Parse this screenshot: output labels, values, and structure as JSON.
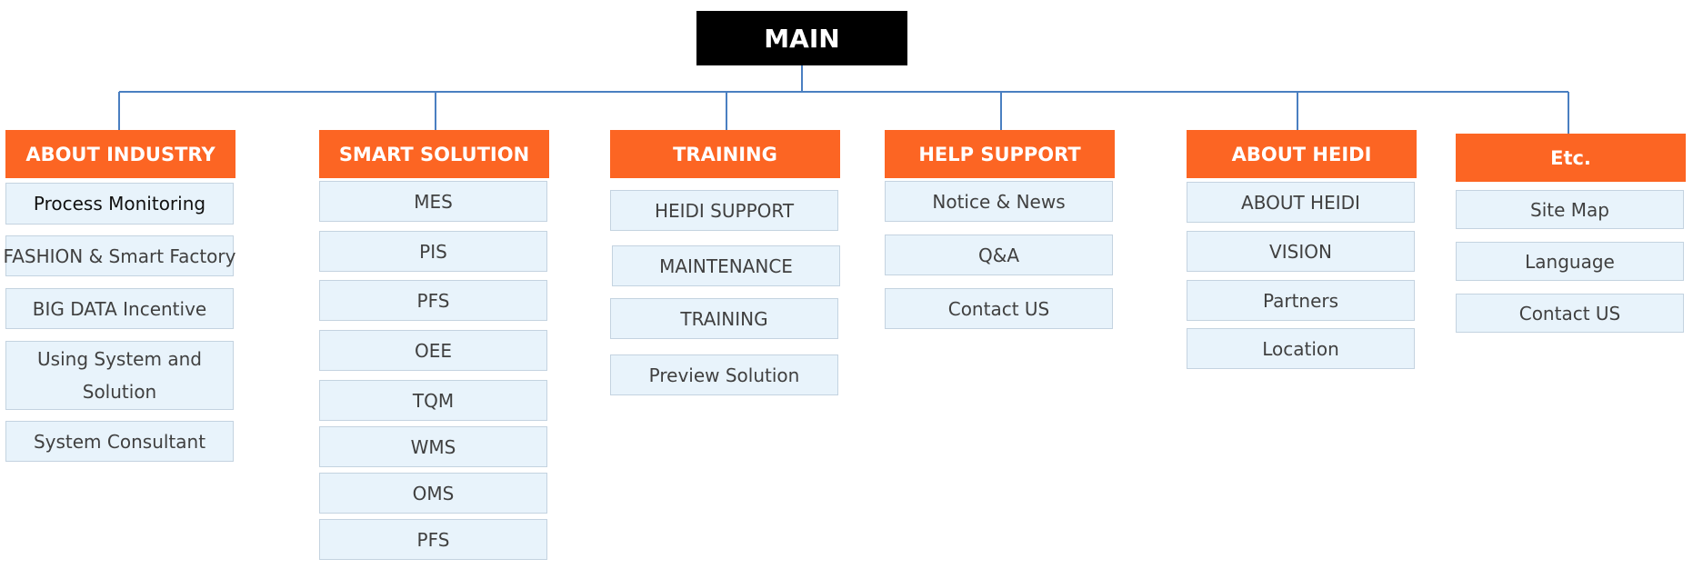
{
  "main": {
    "label": "MAIN"
  },
  "colors": {
    "head": "#fc6523",
    "item_bg": "#e8f3fb",
    "item_border": "#c4d3e0",
    "line": "#4a7fc1",
    "main_bg": "#000000"
  },
  "columns": [
    {
      "header": "ABOUT INDUSTRY",
      "items": [
        "Process Monitoring",
        "FASHION & Smart Factory",
        "BIG DATA Incentive",
        "Using System and Solution",
        "System Consultant"
      ]
    },
    {
      "header": "SMART SOLUTION",
      "items": [
        "MES",
        "PIS",
        "PFS",
        "OEE",
        "TQM",
        "WMS",
        "OMS",
        "PFS"
      ]
    },
    {
      "header": "TRAINING",
      "items": [
        "HEIDI SUPPORT",
        "MAINTENANCE",
        "TRAINING",
        "Preview Solution"
      ]
    },
    {
      "header": "HELP SUPPORT",
      "items": [
        "Notice & News",
        "Q&A",
        "Contact US"
      ]
    },
    {
      "header": "ABOUT HEIDI",
      "items": [
        "ABOUT HEIDI",
        "VISION",
        "Partners",
        "Location"
      ]
    },
    {
      "header": "Etc.",
      "items": [
        "Site Map",
        "Language",
        "Contact US"
      ]
    }
  ]
}
